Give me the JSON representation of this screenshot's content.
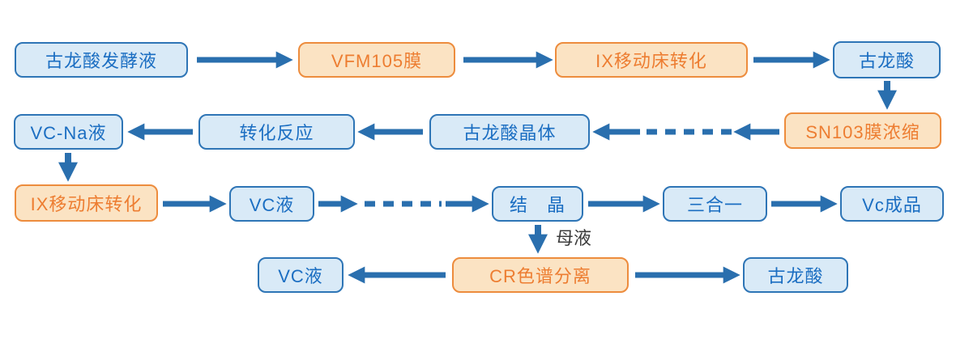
{
  "colors": {
    "blue_fill": "#d9eaf7",
    "blue_border": "#2e75b6",
    "blue_text": "#1b6ec2",
    "orange_fill": "#fbe3c3",
    "orange_border": "#ed8c3d",
    "orange_text": "#ed7d31",
    "arrow": "#2a6fae",
    "annotation_text": "#3b3b3b"
  },
  "nodes": {
    "fermentation_broth": {
      "label": "古龙酸发酵液",
      "style": "blue"
    },
    "vfm105_membrane": {
      "label": "VFM105膜",
      "style": "orange"
    },
    "ix_moving_bed_1": {
      "label": "IX移动床转化",
      "style": "orange"
    },
    "gulonic_acid_1": {
      "label": "古龙酸",
      "style": "blue"
    },
    "sn103_membrane": {
      "label": "SN103膜浓缩",
      "style": "orange"
    },
    "gulonic_acid_crystal": {
      "label": "古龙酸晶体",
      "style": "blue"
    },
    "conversion_reaction": {
      "label": "转化反应",
      "style": "blue"
    },
    "vc_na_liquid": {
      "label": "VC-Na液",
      "style": "blue"
    },
    "ix_moving_bed_2": {
      "label": "IX移动床转化",
      "style": "orange"
    },
    "vc_liquid_1": {
      "label": "VC液",
      "style": "blue"
    },
    "crystallization": {
      "label": "结　晶",
      "style": "blue"
    },
    "three_in_one": {
      "label": "三合一",
      "style": "blue"
    },
    "vc_product": {
      "label": "Vc成品",
      "style": "blue"
    },
    "vc_liquid_2": {
      "label": "VC液",
      "style": "blue"
    },
    "cr_chromatography": {
      "label": "CR色谱分离",
      "style": "orange"
    },
    "gulonic_acid_2": {
      "label": "古龙酸",
      "style": "blue"
    }
  },
  "annotations": {
    "mother_liquor": "母液"
  }
}
